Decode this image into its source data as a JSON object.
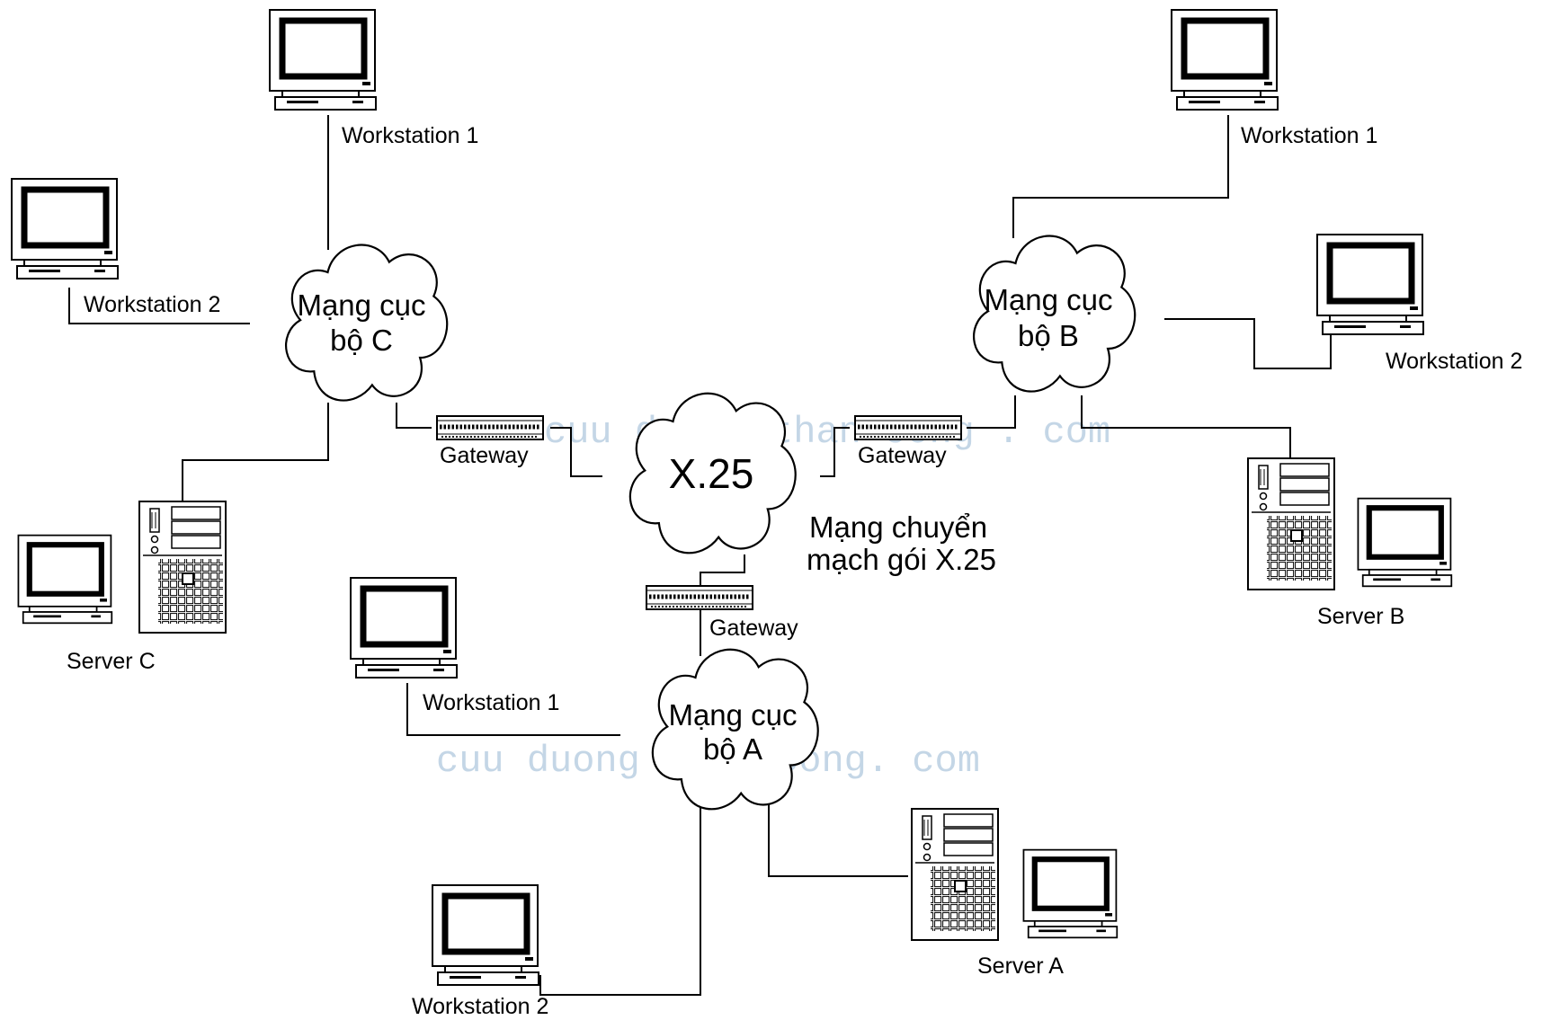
{
  "networks": {
    "x25": {
      "label": "X.25",
      "caption_line1": "Mạng chuyển",
      "caption_line2": "mạch gói X.25"
    },
    "lan_c": {
      "label_line1": "Mạng cục",
      "label_line2": "bộ C"
    },
    "lan_b": {
      "label_line1": "Mạng cục",
      "label_line2": "bộ B"
    },
    "lan_a": {
      "label_line1": "Mạng cục",
      "label_line2": "bộ A"
    }
  },
  "gateways": {
    "label": "Gateway"
  },
  "nodes": {
    "c_ws1": "Workstation 1",
    "c_ws2": "Workstation 2",
    "c_server": "Server C",
    "b_ws1": "Workstation 1",
    "b_ws2": "Workstation 2",
    "b_server": "Server B",
    "a_ws1": "Workstation 1",
    "a_ws2": "Workstation 2",
    "a_server": "Server A"
  },
  "watermark": {
    "line1": "cuu duong than cong . com",
    "line2": "cuu duong than cong. com"
  },
  "colors": {
    "line": "#000000",
    "watermark": "#c4d6e6",
    "background": "#ffffff"
  }
}
